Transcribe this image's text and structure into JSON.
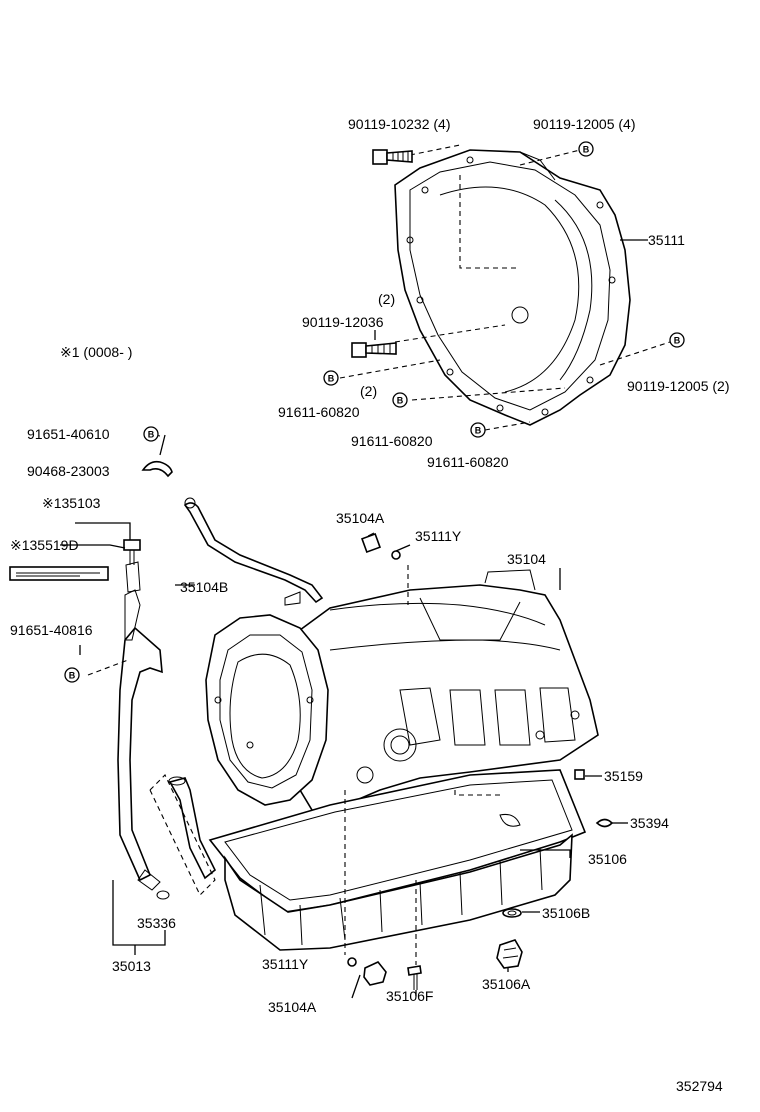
{
  "note": "※1 (0008-        )",
  "diagram_id": "352794",
  "badge_letter": "B",
  "labels": {
    "p90119_10232": "90119-10232 (4)",
    "p90119_12005_4": "90119-12005 (4)",
    "p35111": "35111",
    "qty2_a": "(2)",
    "p90119_12036": "90119-12036",
    "p90119_12005_2": "90119-12005 (2)",
    "qty2_b": "(2)",
    "p91611_60820_a": "91611-60820",
    "p91611_60820_b": "91611-60820",
    "p91611_60820_c": "91611-60820",
    "p91651_40610": "91651-40610",
    "p90468_23003": "90468-23003",
    "p135103": "※135103",
    "p135519D": "※135519D",
    "p91651_40816": "91651-40816",
    "p35104B": "35104B",
    "p35104A_top": "35104A",
    "p35111Y_top": "35111Y",
    "p35104": "35104",
    "p35159": "35159",
    "p35394": "35394",
    "p35106": "35106",
    "p35106B": "35106B",
    "p35336": "35336",
    "p35013": "35013",
    "p35111Y_bot": "35111Y",
    "p35104A_bot": "35104A",
    "p35106F": "35106F",
    "p35106A": "35106A"
  }
}
